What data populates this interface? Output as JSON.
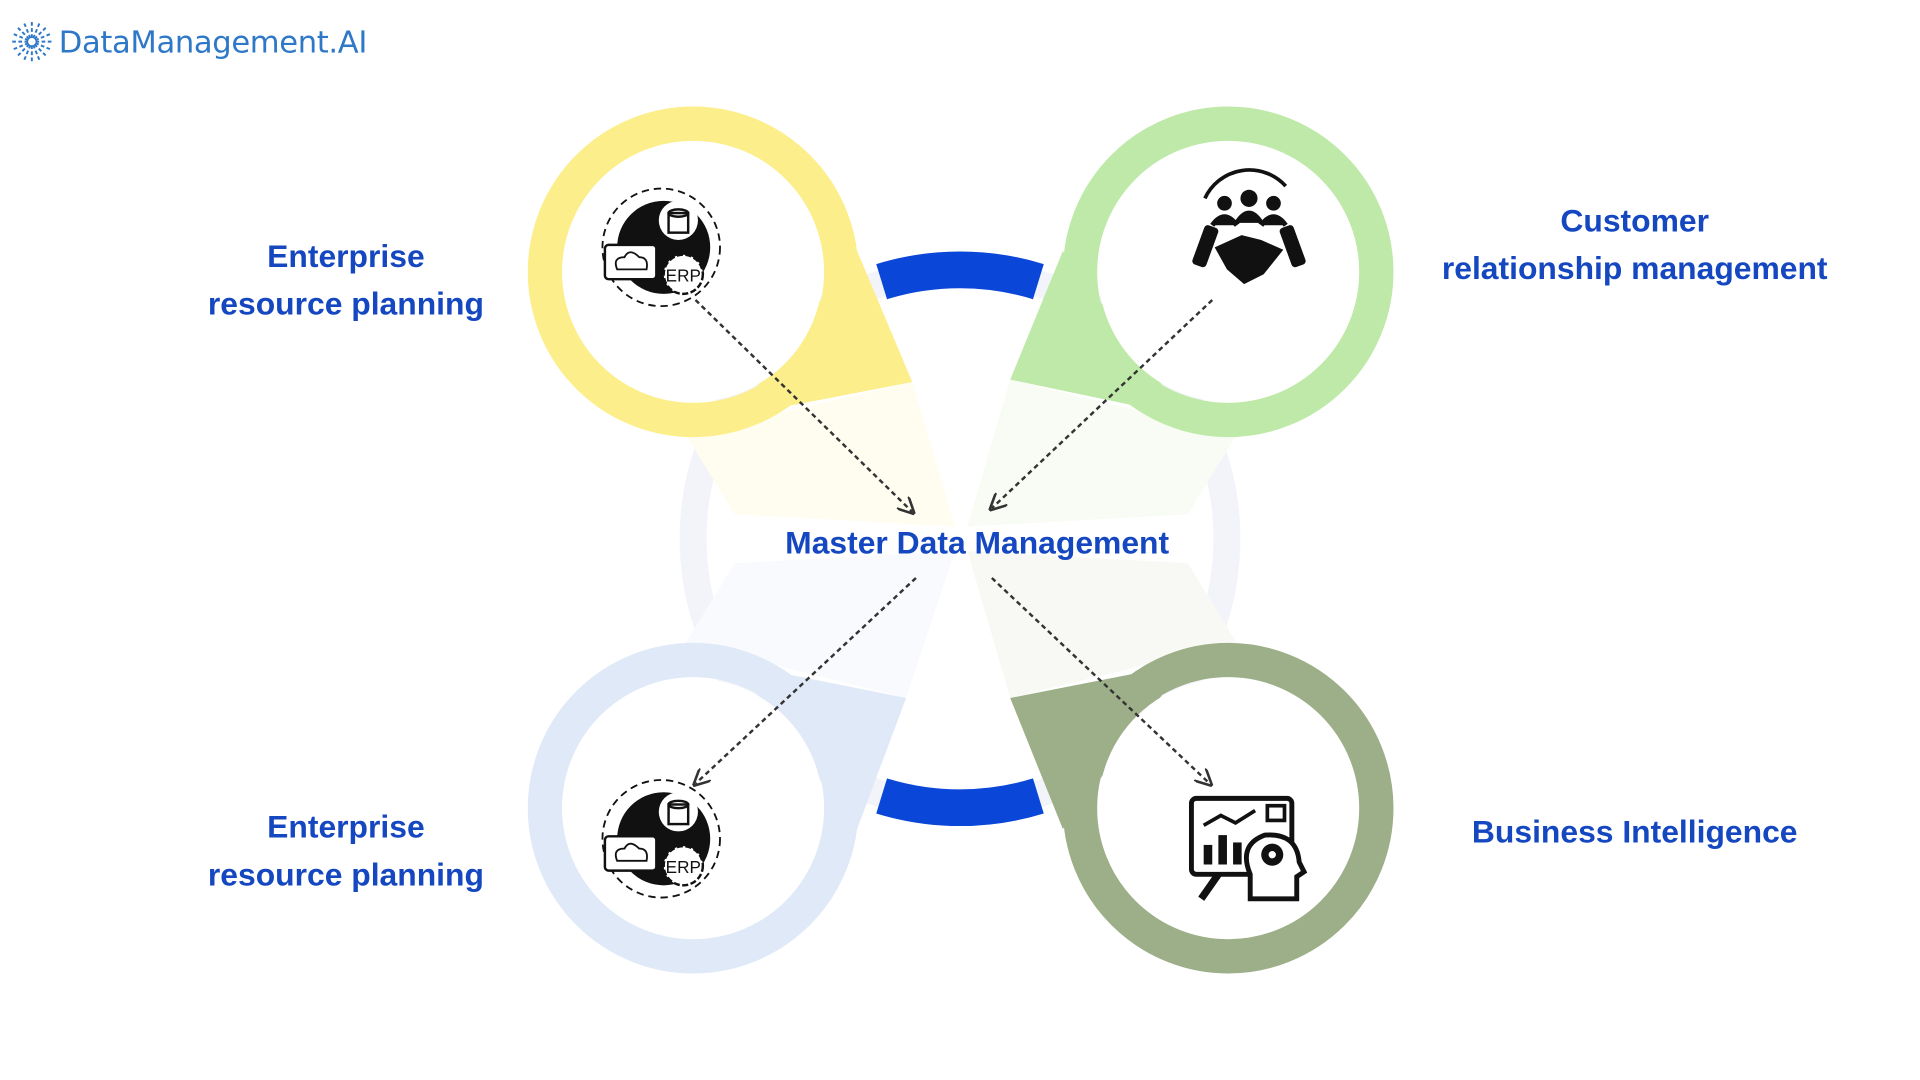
{
  "logo": {
    "text": "DataManagement.AI",
    "icon": "starburst-icon"
  },
  "center": {
    "label": "Master Data Management"
  },
  "nodes": [
    {
      "id": "top-left",
      "line1": "Enterprise",
      "line2": "resource planning",
      "icon": "erp-icon",
      "color": "#fcee8a"
    },
    {
      "id": "top-right",
      "line1": "Customer",
      "line2": "relationship management",
      "icon": "handshake-team-icon",
      "color": "#bfe9a8"
    },
    {
      "id": "bottom-left",
      "line1": "Enterprise",
      "line2": "resource planning",
      "icon": "erp-icon",
      "color": "#e0e9f7"
    },
    {
      "id": "bottom-right",
      "line1": "Business Intelligence",
      "line2": "",
      "icon": "analytics-head-icon",
      "color": "#9caf88"
    }
  ],
  "colors": {
    "text": "#1447c0",
    "connector": "#0a46d8",
    "hub_ring": "#f2f4fa",
    "logo": "#2f78c8"
  }
}
